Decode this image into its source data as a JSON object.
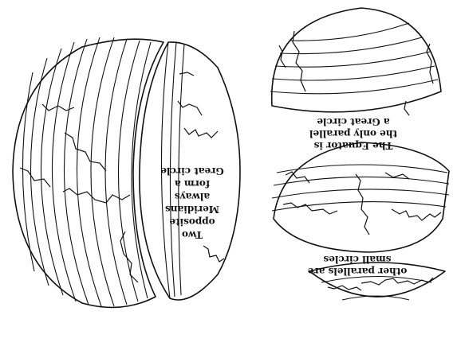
{
  "figure": {
    "meridians_label": {
      "lines": [
        "Two",
        "opposite",
        "Meridians",
        "always",
        "form a",
        "Great circle"
      ]
    },
    "equator_label": {
      "lines": [
        "The Equator is",
        "the only parallel",
        "a Great circle"
      ]
    },
    "parallels_label": {
      "lines": [
        "other parallels are",
        "small circles"
      ]
    },
    "orientation": "upside-down",
    "ink_color": "#111111",
    "background_color": "#ffffff"
  }
}
